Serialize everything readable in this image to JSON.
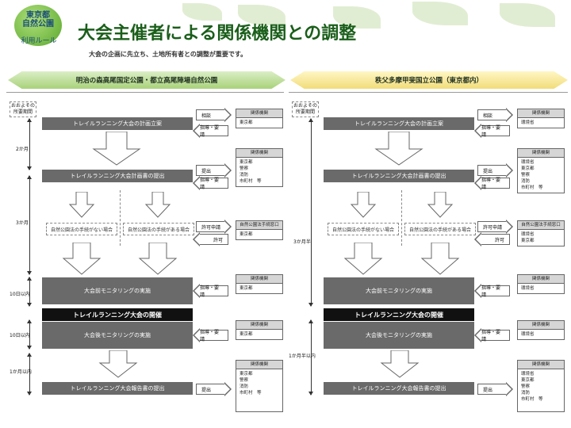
{
  "header": {
    "logo_line1": "東京都",
    "logo_line2": "自然公園",
    "logo_sub": "利用ルール",
    "title": "大会主催者による関係機関との調整",
    "subtitle": "大会の企画に先立ち、土地所有者との調整が重要です。"
  },
  "left": {
    "banner": "明治の森高尾国定公園・都立高尾陣場自然公園",
    "scale_label": "おおよその\n所要期間",
    "bar_plan": "トレイルランニング大会の計画立案",
    "bar_submit": "トレイルランニング大会計画書の提出",
    "no_proc": "自然公園法の手続がない場合",
    "with_proc": "自然公園法の手続がある場合",
    "bar_pre": "大会前モニタリングの実施",
    "bar_event": "トレイルランニング大会の開催",
    "bar_post": "大会後モニタリングの実施",
    "bar_report": "トレイルランニング大会報告書の提出",
    "durations": [
      "2か月",
      "3か月",
      "10日以内",
      "10日以内",
      "1か月以内"
    ],
    "arrows": {
      "consult": "相談",
      "guide1": "指導・要請",
      "submit1": "提出",
      "guide2": "指導・要請",
      "apply": "許可申請",
      "permit": "許可",
      "guide3": "指導・要請",
      "guide4": "指導・要請",
      "submit2": "提出"
    },
    "agencies": [
      {
        "header": "関係機関",
        "list": "東京都"
      },
      {
        "header": "関係機関",
        "list": "東京都\n警察\n消防\n市町村　等"
      },
      {
        "header": "自然公園法手続窓口",
        "list": "東京都"
      },
      {
        "header": "関係機関",
        "list": "東京都"
      },
      {
        "header": "関係機関",
        "list": "東京都"
      },
      {
        "header": "関係機関",
        "list": "東京都\n警察\n消防\n市町村　等"
      }
    ]
  },
  "right": {
    "banner": "秩父多摩甲斐国立公園（東京都内）",
    "scale_label": "おおよその\n所要期間",
    "bar_plan": "トレイルランニング大会の計画立案",
    "bar_submit": "トレイルランニング大会計画書の提出",
    "no_proc": "自然公園法の手続がない場合",
    "with_proc": "自然公園法の手続がある場合",
    "bar_pre": "大会前モニタリングの実施",
    "bar_event": "トレイルランニング大会の開催",
    "bar_post": "大会後モニタリングの実施",
    "bar_report": "トレイルランニング大会報告書の提出",
    "durations": [
      "3か月半",
      "1か月半以内"
    ],
    "arrows": {
      "consult": "相談",
      "guide1": "指導・要請",
      "submit1": "提出",
      "guide2": "指導・要請",
      "apply": "許可申請",
      "permit": "許可",
      "guide3": "指導・要請",
      "guide4": "指導・要請",
      "submit2": "提出"
    },
    "agencies": [
      {
        "header": "関係機関",
        "list": "環境省"
      },
      {
        "header": "関係機関",
        "list": "環境省\n東京都\n警察\n消防\n市町村　等"
      },
      {
        "header": "自然公園法手続窓口",
        "list": "環境省\n東京都"
      },
      {
        "header": "関係機関",
        "list": "環境省"
      },
      {
        "header": "関係機関",
        "list": "環境省"
      },
      {
        "header": "関係機関",
        "list": "環境省\n東京都\n警察\n消防\n市町村　等"
      }
    ]
  }
}
